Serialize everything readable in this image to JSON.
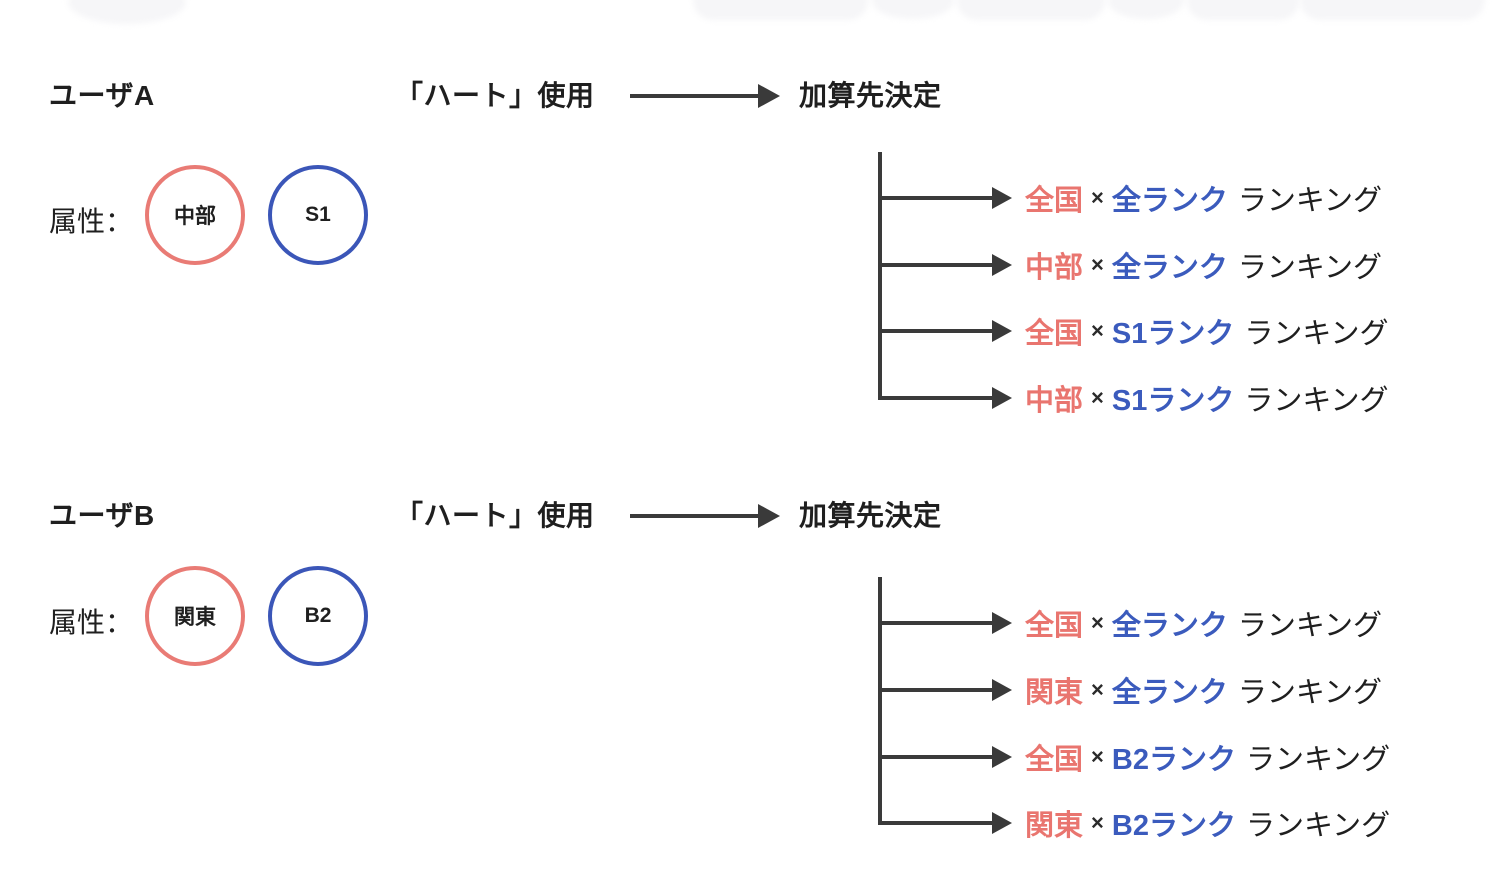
{
  "colors": {
    "region_red": "#E9756F",
    "rank_blue": "#3B5BBD",
    "text_dark": "#1F1F1F",
    "line_dark": "#3A3A3A"
  },
  "separator": "×",
  "sections": [
    {
      "user_label": "ユーザA",
      "action_label": "「ハート」使用",
      "result_label": "加算先決定",
      "attribute_label": "属性：",
      "attributes": {
        "region": "中部",
        "rank": "S1"
      },
      "rows": [
        {
          "region": "全国",
          "rank": "全ランク",
          "suffix": "ランキング"
        },
        {
          "region": "中部",
          "rank": "全ランク",
          "suffix": "ランキング"
        },
        {
          "region": "全国",
          "rank": "S1ランク",
          "suffix": "ランキング"
        },
        {
          "region": "中部",
          "rank": "S1ランク",
          "suffix": "ランキング"
        }
      ]
    },
    {
      "user_label": "ユーザB",
      "action_label": "「ハート」使用",
      "result_label": "加算先決定",
      "attribute_label": "属性：",
      "attributes": {
        "region": "関東",
        "rank": "B2"
      },
      "rows": [
        {
          "region": "全国",
          "rank": "全ランク",
          "suffix": "ランキング"
        },
        {
          "region": "関東",
          "rank": "全ランク",
          "suffix": "ランキング"
        },
        {
          "region": "全国",
          "rank": "B2ランク",
          "suffix": "ランキング"
        },
        {
          "region": "関東",
          "rank": "B2ランク",
          "suffix": "ランキング"
        }
      ]
    }
  ]
}
